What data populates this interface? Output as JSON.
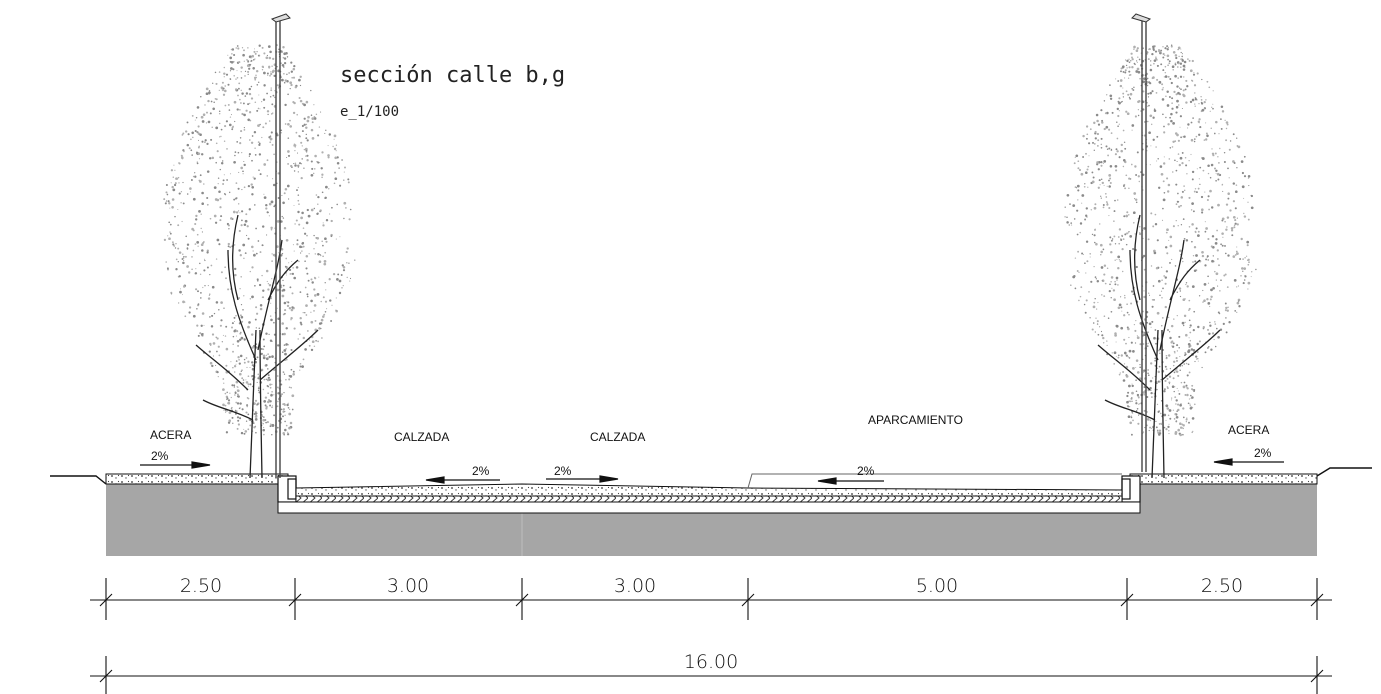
{
  "title": "sección calle b,g",
  "scale": "e_1/100",
  "zones": {
    "acera_left": "ACERA",
    "calzada_1": "CALZADA",
    "calzada_2": "CALZADA",
    "aparcamiento": "APARCAMIENTO",
    "acera_right": "ACERA"
  },
  "slopes": {
    "acera_left": "2%",
    "calzada_1": "2%",
    "calzada_2": "2%",
    "aparcamiento": "2%",
    "acera_right": "2%"
  },
  "dimensions": {
    "segments": [
      "2.50",
      "3.00",
      "3.00",
      "5.00",
      "2.50"
    ],
    "total": "16.00"
  },
  "colors": {
    "ground": "#a6a6a6",
    "line": "#111111",
    "foliage": "#9a9a9a"
  }
}
